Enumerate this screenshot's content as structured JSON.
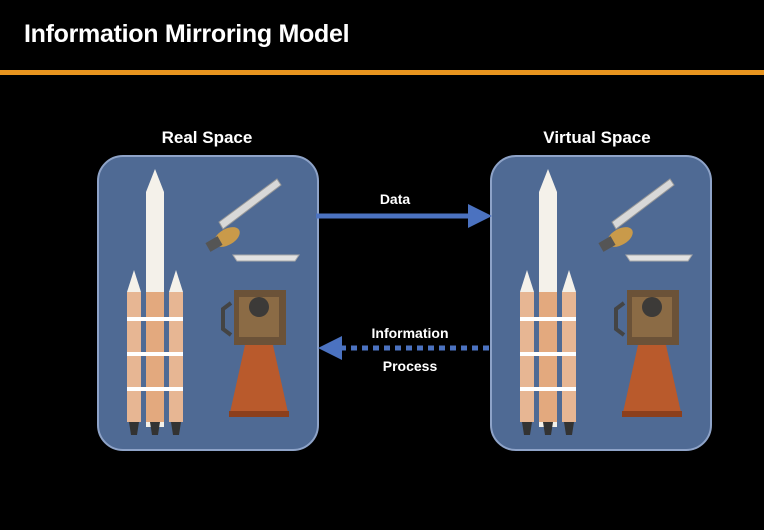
{
  "title": "Information Mirroring Model",
  "real_space": {
    "label": "Real Space"
  },
  "virtual_space": {
    "label": "Virtual Space"
  },
  "arrows": {
    "data_label": "Data",
    "info_label_line1": "Information",
    "info_label_line2": "Process"
  },
  "colors": {
    "accent_rule": "#e8951f",
    "panel_fill": "#4f6a94",
    "arrow": "#4b72c0"
  },
  "icons": [
    "rocket-icon",
    "payload-fairing-icon",
    "rocket-engine-icon"
  ]
}
